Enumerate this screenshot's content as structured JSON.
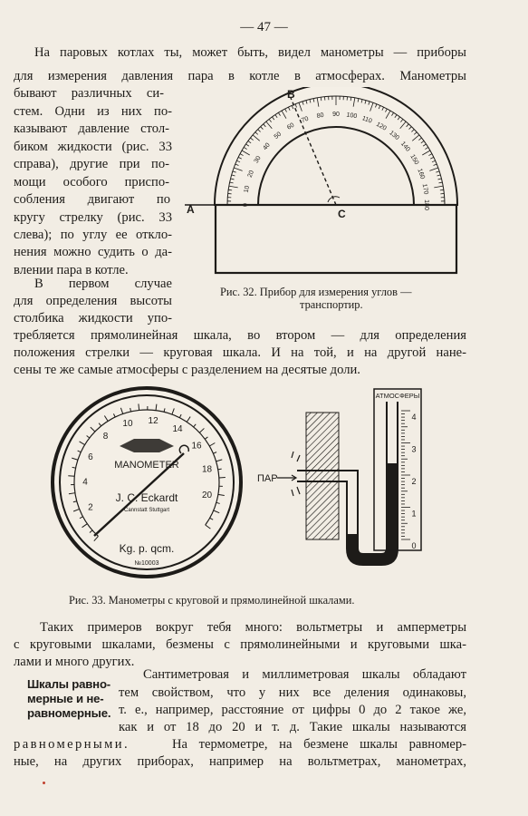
{
  "page_number": "— 47 —",
  "lines_top": [
    "На паровых котлах ты, может быть, видел манометры — приборы",
    "для измерения давления пара в котле в атмосферах. Манометры"
  ],
  "lines_left": [
    "бывают различных си-",
    "стем. Одни из них по-",
    "казывают давление стол-",
    "биком жидкости (рис. 33",
    "справа), другие при по-",
    "мощи особого приспо-",
    "собления двигают по",
    "кругу стрелку (рис. 33",
    "слева); по углу ее откло-",
    "нения можно судить о да-",
    "влении пара в котле.",
    "В первом случае",
    "для определения высоты",
    "столбика жидкости упо-"
  ],
  "lines_full_1": [
    "требляется прямолинейная шкала, во втором — для определения",
    "положения стрелки — круговая шкала. И на той, и на другой нане-",
    "сены те же самые атмосферы с разделением на десятые доли."
  ],
  "fig32": {
    "label_b": "В",
    "label_a": "А",
    "label_c": "С",
    "scale_numbers": [
      "0",
      "10",
      "20",
      "30",
      "40",
      "50",
      "60",
      "70",
      "80",
      "90",
      "100",
      "110",
      "120",
      "130",
      "140",
      "150",
      "160",
      "170",
      "180"
    ],
    "caption_1": "Рис. 32.  Прибор для измерения углов —",
    "caption_2": "транспортир."
  },
  "fig33": {
    "dial_numbers": [
      "2",
      "4",
      "6",
      "8",
      "10",
      "12",
      "14",
      "16",
      "18",
      "20"
    ],
    "brand": "MANOMETER",
    "maker": "J. C. Eckardt",
    "maker_sub": "Cannstatt Stuttgart",
    "units": "Kg. p. qcm.",
    "serial": "№10003",
    "tube_label": "АТМОСФЕРЫ",
    "tube_numbers": [
      "4",
      "3",
      "2",
      "1",
      "0"
    ],
    "steam_label": "ПАР",
    "caption": "Рис. 33.  Манометры с круговой и прямолинейной шкалами."
  },
  "lines_full_2": [
    "Таких примеров вокруг тебя много: вольтметры и амперметры",
    "с круговыми шкалами, безмены с прямолинейными и круговыми шка-",
    "лами и много других."
  ],
  "sidebar_heading": [
    "Шкалы равно-",
    "мерные и не-",
    "равномерные."
  ],
  "lines_right": [
    "Сантиметровая и миллиметровая шкалы обладают",
    "тем свойством, что у них все деления одинаковы,",
    "т. е., например, расстояние от цифры 0 до 2 такое же,",
    "как и от 18 до 20 и т. д. Такие шкалы называются"
  ],
  "line_spaced_word": "равномерными.",
  "line_spaced_rest": "На термометре, на безмене шкалы равномер-",
  "line_last": "ные, на других приборах, например на вольтметрах, манометрах,"
}
